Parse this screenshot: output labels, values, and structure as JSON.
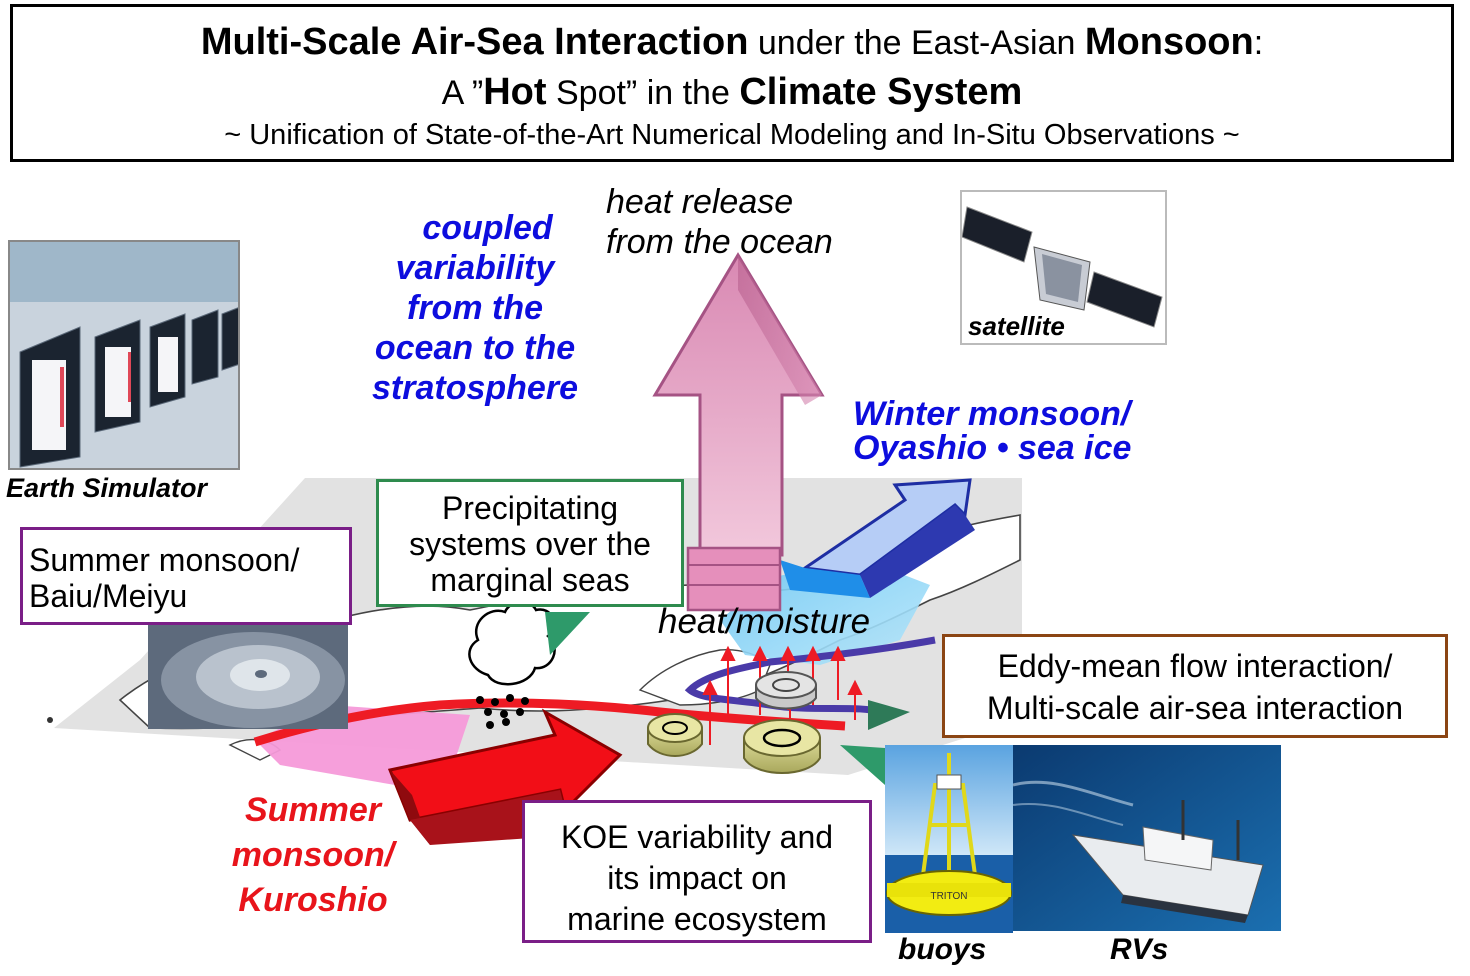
{
  "title": {
    "line1_bold_a": "Multi-Scale Air-Sea Interaction",
    "line1_normal": " under the East-Asian ",
    "line1_bold_b": "Monsoon",
    "line1_end": ":",
    "line2_a": "A ”",
    "line2_bold_a": "Hot",
    "line2_b": " Spot” in the ",
    "line2_bold_b": "Climate System",
    "line3": "~ Unification of State-of-the-Art Numerical Modeling and In-Situ Observations ~"
  },
  "labels": {
    "heat_release": [
      "heat release",
      "from the ocean"
    ],
    "coupled": [
      "coupled",
      "variability",
      "from the",
      "ocean to the",
      "stratosphere"
    ],
    "winter": [
      "Winter monsoon/",
      "Oyashio • sea ice"
    ],
    "heat_moisture": "heat/moisture",
    "summer_kuroshio": [
      "Summer",
      "monsoon/",
      "Kuroshio"
    ],
    "earth_simulator": "Earth Simulator",
    "satellite": "satellite",
    "buoys": "buoys",
    "rvs": "RVs",
    "buoy_name": "TRITON"
  },
  "boxes": {
    "summer_baiu": [
      "Summer monsoon/",
      "Baiu/Meiyu"
    ],
    "precip": [
      "Precipitating",
      "systems over the",
      "marginal seas"
    ],
    "eddy": [
      "Eddy-mean flow interaction/",
      "Multi-scale air-sea interaction"
    ],
    "koe": [
      "KOE variability and",
      "its impact on",
      "marine ecosystem"
    ]
  },
  "colors": {
    "blue_text": "#0d0dde",
    "red_text": "#e8141b",
    "pink_arrow": "#e9a6c8",
    "purple_border": "#7a1e87",
    "green_border": "#2e8b4e",
    "brown_border": "#8b4513",
    "green_pointer": "#2e9a6a"
  }
}
